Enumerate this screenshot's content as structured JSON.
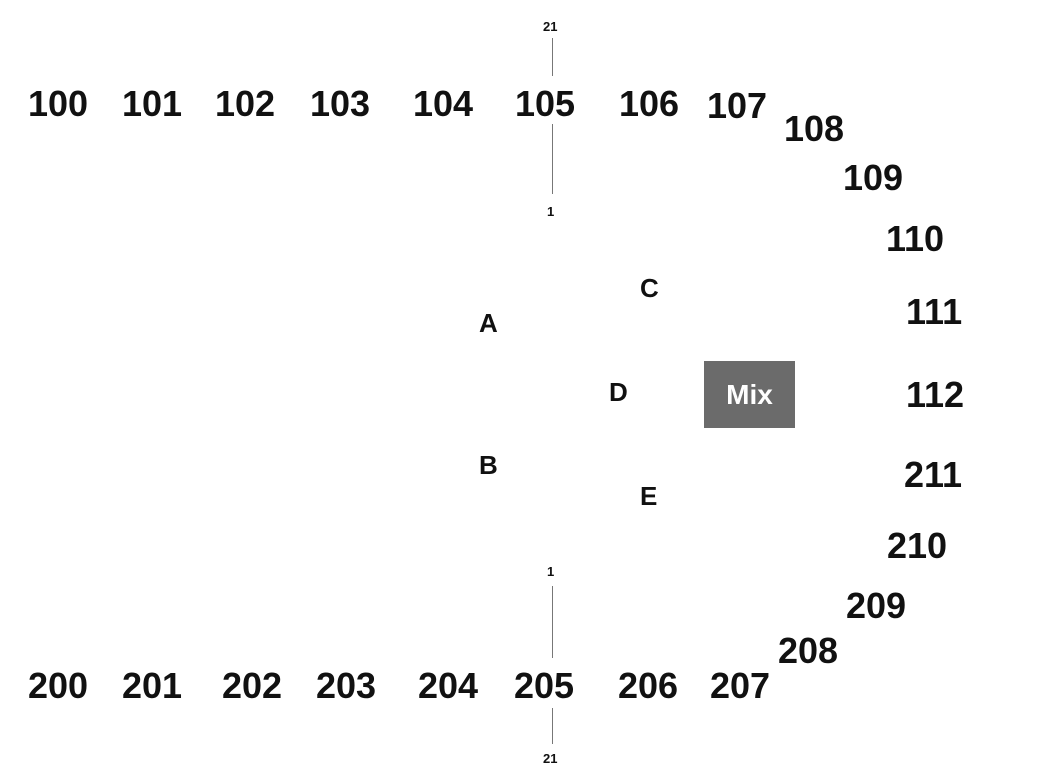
{
  "top_row": [
    "100",
    "101",
    "102",
    "103",
    "104",
    "105",
    "106",
    "107",
    "108",
    "109",
    "110",
    "111",
    "112"
  ],
  "bottom_row": [
    "200",
    "201",
    "202",
    "203",
    "204",
    "205",
    "206",
    "207",
    "208",
    "209",
    "210",
    "211"
  ],
  "ruler_top": {
    "upper": "21",
    "lower": "1"
  },
  "ruler_bottom": {
    "upper": "1",
    "lower": "21"
  },
  "letters": {
    "a": "A",
    "b": "B",
    "c": "C",
    "d": "D",
    "e": "E"
  },
  "mix_box": {
    "label": "Mix",
    "color": "#6b6b6b"
  },
  "colors": {
    "text": "#111111",
    "line": "#777777"
  }
}
